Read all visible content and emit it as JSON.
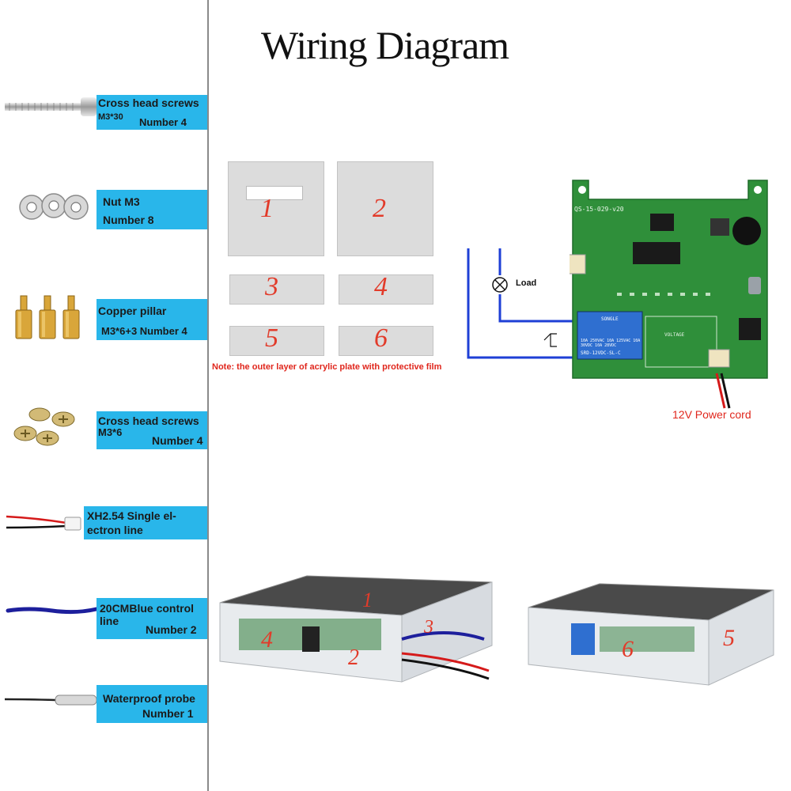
{
  "title": "Wiring Diagram",
  "parts": [
    {
      "lines": [
        "Cross head screws",
        "M3*30",
        "Number 4"
      ],
      "icon": "long-screw-icon"
    },
    {
      "lines": [
        "Nut M3",
        "Number 8"
      ],
      "icon": "nut-icon"
    },
    {
      "lines": [
        "Copper pillar",
        "M3*6+3 Number 4"
      ],
      "icon": "copper-pillar-icon"
    },
    {
      "lines": [
        "Cross head screws",
        "M3*6",
        "Number 4"
      ],
      "icon": "short-screw-icon"
    },
    {
      "lines": [
        "XH2.54 Single el-",
        "ectron line"
      ],
      "icon": "electron-line-icon"
    },
    {
      "lines": [
        "20CMBlue control",
        "line",
        "Number 2"
      ],
      "icon": "blue-line-icon"
    },
    {
      "lines": [
        "Waterproof probe",
        "Number  1"
      ],
      "icon": "probe-icon"
    }
  ],
  "plates": [
    "1",
    "2",
    "3",
    "4",
    "5",
    "6"
  ],
  "note": "Note: the outer layer of acrylic plate with protective film",
  "board": {
    "model": "QS-15-029-v20",
    "relay_brand": "SONGLE",
    "relay_model": "SRD-12VDC-SL-C",
    "relay_specs": "10A 250VAC 10A 125VAC 10A 30VDC 10A 28VDC",
    "voltage_mark": "VOLTAGE",
    "load_label": "Load",
    "power_label": "12V  Power cord"
  },
  "assembled_labels": {
    "left": [
      "1",
      "4",
      "2",
      "3"
    ],
    "right": [
      "6",
      "5"
    ]
  },
  "colors": {
    "label_bg": "#29b6ea",
    "pcb": "#2f8f3a",
    "wire": "#1e3fd6",
    "note": "#e0261c"
  }
}
